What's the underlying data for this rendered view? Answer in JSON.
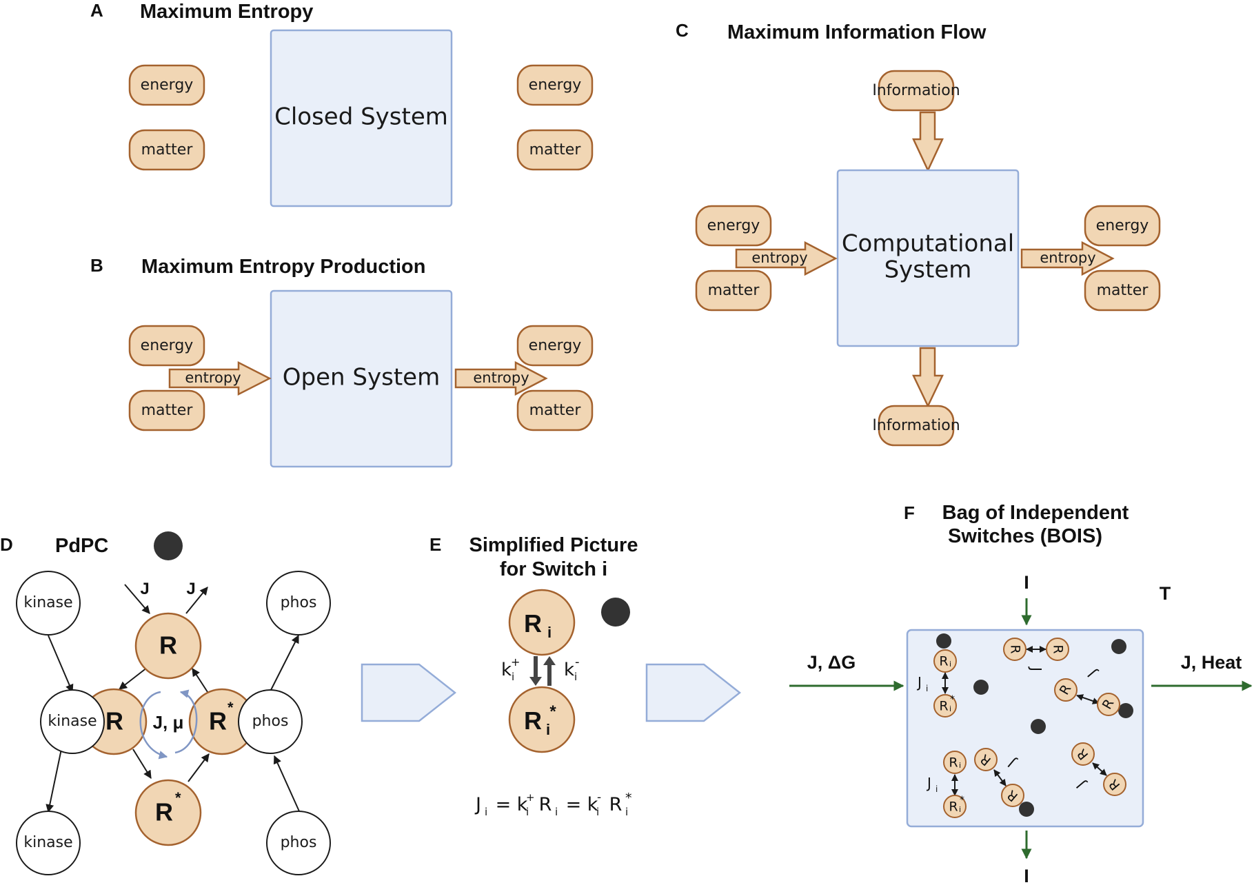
{
  "panels": {
    "a": {
      "letter": "A",
      "title": "Maximum Entropy",
      "system": "Closed System",
      "left_top": "energy",
      "left_bottom": "matter",
      "right_top": "energy",
      "right_bottom": "matter"
    },
    "b": {
      "letter": "B",
      "title": "Maximum Entropy Production",
      "system": "Open System",
      "left_top": "energy",
      "left_bottom": "matter",
      "right_top": "energy",
      "right_bottom": "matter",
      "arrow_in": "entropy",
      "arrow_out": "entropy"
    },
    "c": {
      "letter": "C",
      "title": "Maximum Information Flow",
      "system_line1": "Computational",
      "system_line2": "System",
      "info_top": "Information",
      "info_bottom": "Information",
      "left_top": "energy",
      "left_bottom": "matter",
      "right_top": "energy",
      "right_bottom": "matter",
      "arrow_in": "entropy",
      "arrow_out": "entropy"
    },
    "d": {
      "letter": "D",
      "title": "PdPC",
      "kinase": "kinase",
      "phos": "phos",
      "R": "R",
      "R_star": "R",
      "star": "*",
      "J": "J",
      "J_mu": "J, μ"
    },
    "e": {
      "letter": "E",
      "title_line1": "Simplified Picture",
      "title_line2": "for Switch i",
      "R": "R",
      "sub_i": "i",
      "star": "*",
      "k": "k",
      "plus": "+",
      "minus": "-",
      "eq_J": "J",
      "eq_mid": " = k",
      "eq_R": " R",
      "eq_eq": " = k",
      "eq_R2": " R"
    },
    "f": {
      "letter": "F",
      "title_line1": "Bag of Independent",
      "title_line2": "Switches (BOIS)",
      "I_top": "I",
      "I_bottom": "I",
      "T": "T",
      "in_label": "J, ΔG",
      "out_label": "J, Heat",
      "R": "R",
      "sub_i": "i",
      "star": "*",
      "J": "J"
    }
  },
  "colors": {
    "pill_fill": "#f1d6b4",
    "pill_stroke": "#a4622e",
    "box_fill": "#e9eff9",
    "box_stroke": "#94acd8",
    "arc_color": "#8096c4",
    "green": "#2e6b2e",
    "dark_dot": "#333333"
  }
}
